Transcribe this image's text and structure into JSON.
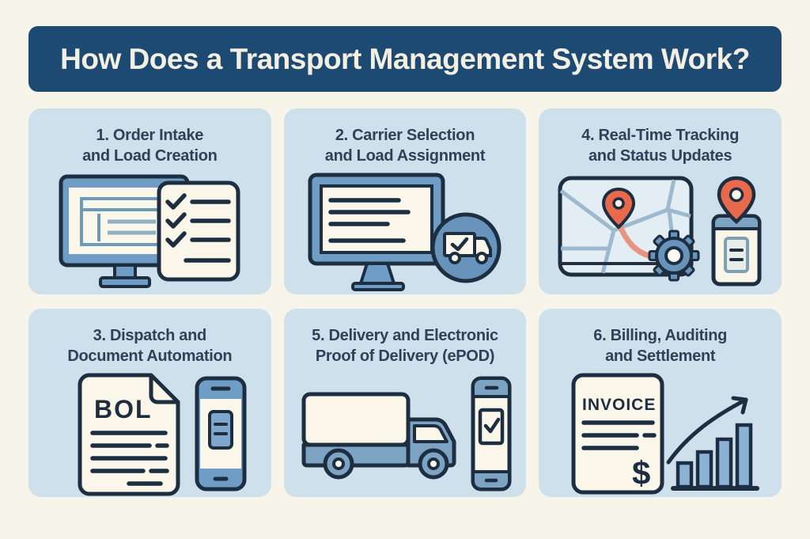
{
  "header": {
    "title": "How Does a Transport Management System Work?"
  },
  "colors": {
    "page_background": "#f7f4e9",
    "header_background": "#1d4a73",
    "header_text": "#f3efe3",
    "panel_background": "#cfe0ed",
    "panel_title_text": "#2e4156",
    "icon_outline": "#1d2e40",
    "icon_blue": "#6f9dc6",
    "icon_steel_blue": "#6893ba",
    "icon_light_blue": "#7ca4c2",
    "icon_cream": "#faf6ea",
    "accent_orange": "#e8694c",
    "route_salmon": "#e9947f",
    "bar_blue": "#8cb3d6",
    "map_background": "#e3edf4",
    "map_road": "#9cb9cd"
  },
  "panels": [
    {
      "title_line1": "1. Order Intake",
      "title_line2": "and Load Creation",
      "icon": "monitor-order-form-checklist-icon"
    },
    {
      "title_line1": "2. Carrier Selection",
      "title_line2": "and Load Assignment",
      "icon": "monitor-truck-badge-icon"
    },
    {
      "title_line1": "4. Real-Time Tracking",
      "title_line2": "and Status Updates",
      "icon": "map-pin-gear-status-card-icon"
    },
    {
      "title_line1": "3. Dispatch and",
      "title_line2": "Document Automation",
      "icon": "bol-document-phone-icon",
      "document_label": "BOL"
    },
    {
      "title_line1": "5. Delivery and Electronic",
      "title_line2": "Proof of Delivery (ePOD)",
      "icon": "delivery-truck-phone-check-icon"
    },
    {
      "title_line1": "6. Billing, Auditing",
      "title_line2": "and Settlement",
      "icon": "invoice-growth-chart-icon",
      "document_label": "INVOICE",
      "currency_symbol": "$"
    }
  ]
}
